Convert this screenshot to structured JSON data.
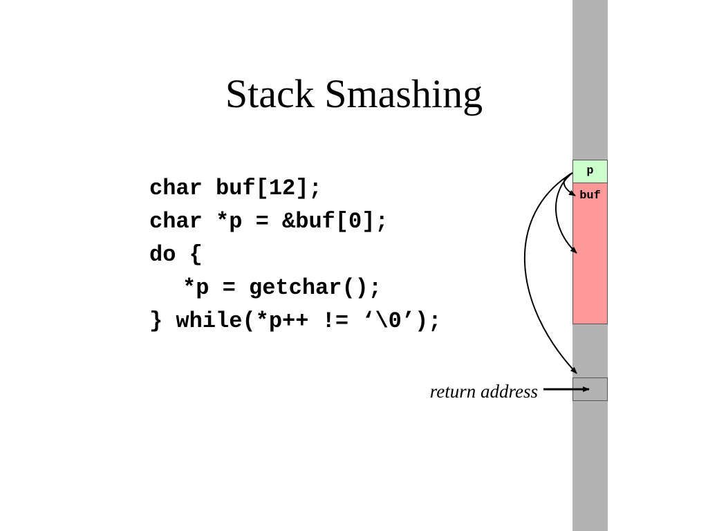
{
  "slide": {
    "title": "Stack Smashing"
  },
  "code": {
    "lines": [
      "char buf[12];",
      "char *p = &buf[0];",
      "do {",
      "*p = getchar();",
      "} while(*p++ != ‘\\0’);"
    ]
  },
  "stack": {
    "p_label": "p",
    "buf_label": "buf",
    "return_address_label": "return address"
  },
  "colors": {
    "stack_column": "#b3b3b3",
    "p_cell": "#ccffcc",
    "buf_cell": "#ff9999",
    "return_cell": "#b3b3b3"
  }
}
